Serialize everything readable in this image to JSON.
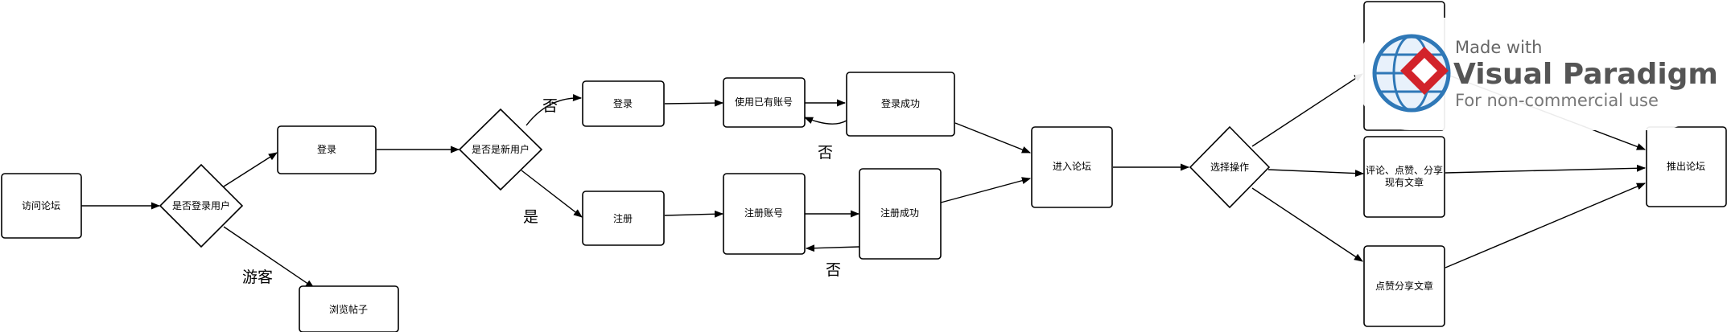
{
  "nodes": {
    "visit": "访问论坛",
    "is_logged_in": "是否登录用户",
    "login_1": "登录",
    "browse": "浏览帖子",
    "is_new_user": "是否是新用户",
    "login_2": "登录",
    "register": "注册",
    "use_existing": "使用已有账号",
    "register_account": "注册账号",
    "login_success": "登录成功",
    "register_success": "注册成功",
    "enter_forum": "进入论坛",
    "choose_action": "选择操作",
    "comment_like_share_line1": "评论、点赞、分享",
    "comment_like_share_line2": "现有文章",
    "like_share_article": "点赞分享文章",
    "exit_forum": "推出论坛"
  },
  "edge_labels": {
    "guest": "游客",
    "no_login": "否",
    "yes_register": "是",
    "no_return_login": "否",
    "no_return_register": "否"
  },
  "watermark": {
    "made_with": "Made with",
    "brand": "Visual Paradigm",
    "note": "For non-commercial use"
  }
}
